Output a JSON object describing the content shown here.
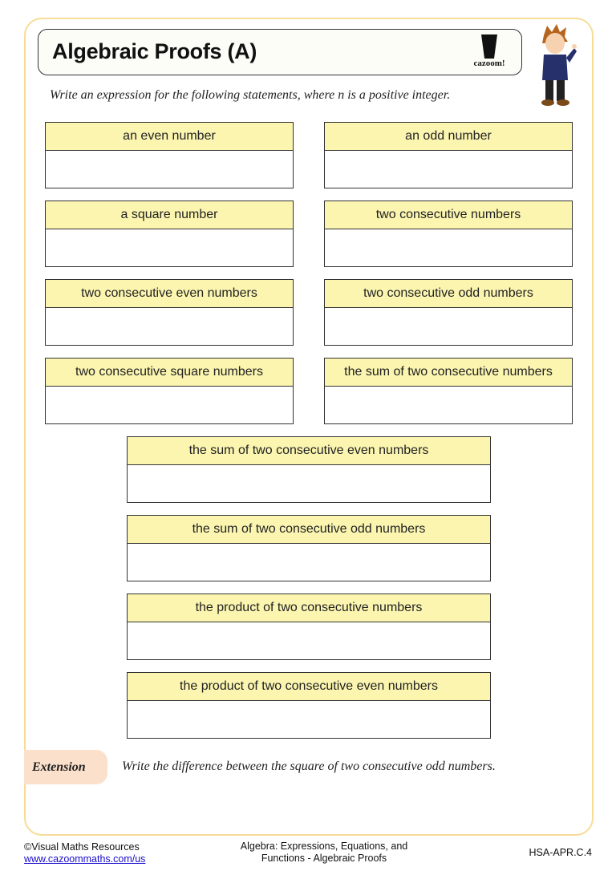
{
  "header": {
    "title": "Algebraic Proofs (A)",
    "logo_text": "cazoom!"
  },
  "instruction": "Write an expression for the following statements, where n is a positive integer.",
  "questions": [
    "an even number",
    "an odd number",
    "a square number",
    "two consecutive numbers",
    "two consecutive even numbers",
    "two consecutive odd numbers",
    "two consecutive square numbers",
    "the sum of two consecutive numbers",
    "the sum of two consecutive even numbers",
    "the sum of two consecutive odd numbers",
    "the product of two consecutive numbers",
    "the product of two consecutive even numbers"
  ],
  "extension": {
    "label": "Extension",
    "text": "Write the difference between the square of two consecutive odd numbers."
  },
  "footer": {
    "copyright": "©Visual Maths Resources",
    "link": "www.cazoommaths.com/us",
    "topic_line1": "Algebra: Expressions, Equations, and",
    "topic_line2": "Functions - Algebraic Proofs",
    "standard": "HSA-APR.C.4"
  },
  "colors": {
    "border": "#f6dc97",
    "question_header": "#fbf5b0",
    "extension_tab": "#fbe1cc"
  }
}
